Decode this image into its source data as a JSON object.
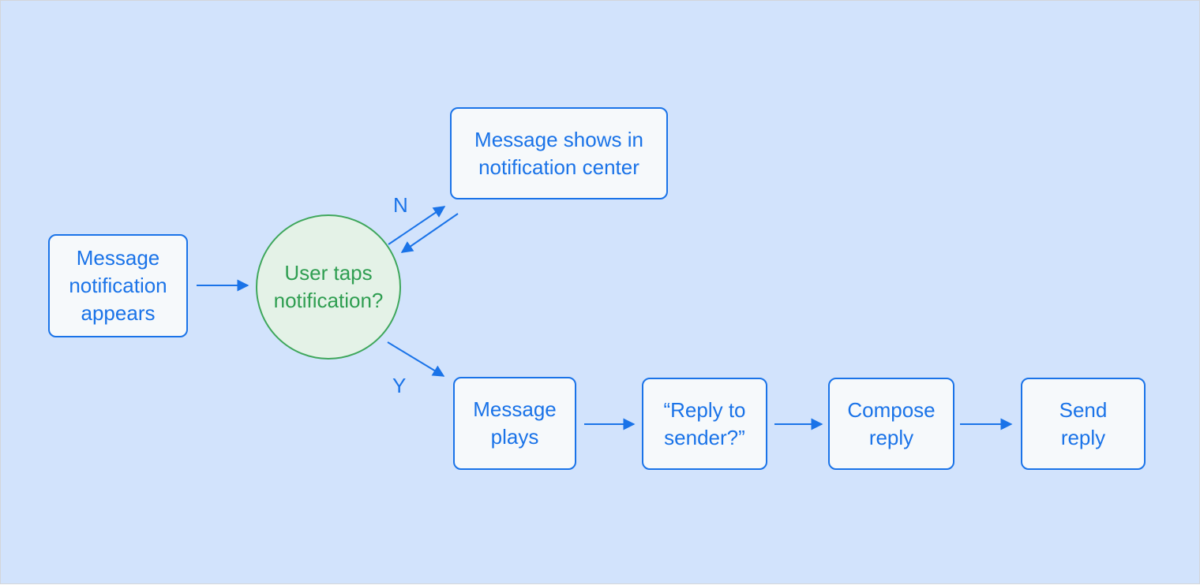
{
  "diagram": {
    "type": "flowchart",
    "colors": {
      "background": "#d2e3fc",
      "canvas_border": "#d3d6da",
      "process_fill": "#f6f9fb",
      "process_border": "#1a73e8",
      "process_text": "#1a73e8",
      "decision_fill": "#e4f2e7",
      "decision_border": "#3fa75c",
      "decision_text": "#2f9e51",
      "arrow": "#1a73e8"
    },
    "nodes": {
      "start": {
        "shape": "rounded-rect",
        "label": "Message\nnotification\nappears"
      },
      "decision": {
        "shape": "circle",
        "label": "User taps\nnotification?"
      },
      "notification_center": {
        "shape": "rounded-rect",
        "label": "Message shows in\nnotification center"
      },
      "message_plays": {
        "shape": "rounded-rect",
        "label": "Message\nplays"
      },
      "reply_to_sender": {
        "shape": "rounded-rect",
        "label": "“Reply to\nsender?”"
      },
      "compose_reply": {
        "shape": "rounded-rect",
        "label": "Compose\nreply"
      },
      "send_reply": {
        "shape": "rounded-rect",
        "label": "Send\nreply"
      }
    },
    "edges": [
      {
        "from": "start",
        "to": "decision",
        "label": ""
      },
      {
        "from": "decision",
        "to": "notification_center",
        "label": "N"
      },
      {
        "from": "notification_center",
        "to": "decision",
        "label": ""
      },
      {
        "from": "decision",
        "to": "message_plays",
        "label": "Y"
      },
      {
        "from": "message_plays",
        "to": "reply_to_sender",
        "label": ""
      },
      {
        "from": "reply_to_sender",
        "to": "compose_reply",
        "label": ""
      },
      {
        "from": "compose_reply",
        "to": "send_reply",
        "label": ""
      }
    ]
  }
}
